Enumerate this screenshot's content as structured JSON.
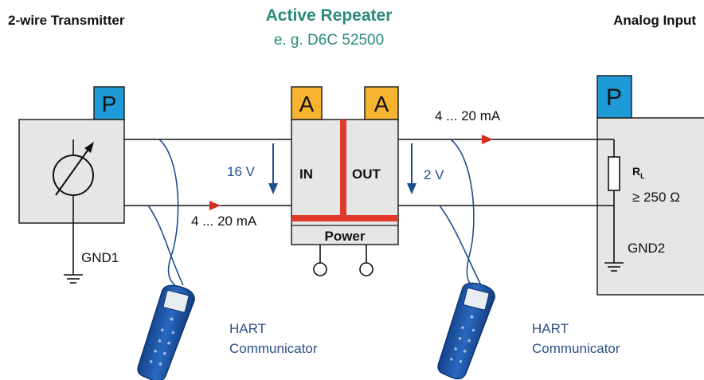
{
  "titles": {
    "left": "2-wire Transmitter",
    "center": "Active Repeater",
    "center_sub": "e. g.  D6C 52500",
    "right": "Analog Input"
  },
  "blocks": {
    "transmitter": {
      "badge": "P"
    },
    "repeater": {
      "badge_in": "A",
      "badge_out": "A",
      "in_label": "IN",
      "out_label": "OUT",
      "power_label": "Power"
    },
    "analog_input": {
      "badge": "P",
      "resistor_label_main": "R",
      "resistor_label_sub": "L",
      "resistor_value": "≥ 250 Ω",
      "ground_label": "GND2"
    }
  },
  "labels": {
    "gnd1": "GND1",
    "voltage_in": "16 V",
    "voltage_out": "2 V",
    "current_left": "4 ... 20 mA",
    "current_right": "4 ... 20 mA",
    "hart_left_line1": "HART",
    "hart_left_line2": "Communicator",
    "hart_right_line1": "HART",
    "hart_right_line2": "Communicator"
  },
  "colors": {
    "title_center": "#2a8a7c",
    "block_fill": "#e6e6e6",
    "badge_blue": "#1e9ad6",
    "badge_orange": "#f5b330",
    "red_bar": "#e23a2a",
    "arrow_red": "#d52b1e",
    "arrow_blue": "#1d4f8c",
    "hart_text": "#2b4f86",
    "device_blue": "#1b4f9c"
  }
}
